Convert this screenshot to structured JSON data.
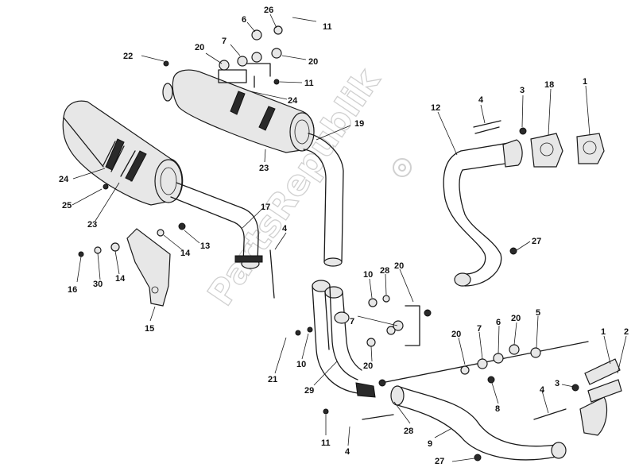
{
  "watermark": {
    "text": "PartsRepublik"
  },
  "callouts": [
    {
      "id": "c26a",
      "text": "26"
    },
    {
      "id": "c6a",
      "text": "6"
    },
    {
      "id": "c11a",
      "text": "11"
    },
    {
      "id": "c7a",
      "text": "7"
    },
    {
      "id": "c20a",
      "text": "20"
    },
    {
      "id": "c20b",
      "text": "20"
    },
    {
      "id": "c22",
      "text": "22"
    },
    {
      "id": "c11b",
      "text": "11"
    },
    {
      "id": "c24a",
      "text": "24"
    },
    {
      "id": "c19",
      "text": "19"
    },
    {
      "id": "c12",
      "text": "12"
    },
    {
      "id": "c4a",
      "text": "4"
    },
    {
      "id": "c3a",
      "text": "3"
    },
    {
      "id": "c18",
      "text": "18"
    },
    {
      "id": "c1a",
      "text": "1"
    },
    {
      "id": "c24b",
      "text": "24"
    },
    {
      "id": "c23a",
      "text": "23"
    },
    {
      "id": "c25",
      "text": "25"
    },
    {
      "id": "c23b",
      "text": "23"
    },
    {
      "id": "c17",
      "text": "17"
    },
    {
      "id": "c4b",
      "text": "4"
    },
    {
      "id": "c27a",
      "text": "27"
    },
    {
      "id": "c13",
      "text": "13"
    },
    {
      "id": "c14a",
      "text": "14"
    },
    {
      "id": "c16",
      "text": "16"
    },
    {
      "id": "c30",
      "text": "30"
    },
    {
      "id": "c14b",
      "text": "14"
    },
    {
      "id": "c15",
      "text": "15"
    },
    {
      "id": "c10a",
      "text": "10"
    },
    {
      "id": "c28a",
      "text": "28"
    },
    {
      "id": "c20c",
      "text": "20"
    },
    {
      "id": "c7b",
      "text": "7"
    },
    {
      "id": "c20d",
      "text": "20"
    },
    {
      "id": "c7c",
      "text": "7"
    },
    {
      "id": "c6b",
      "text": "6"
    },
    {
      "id": "c20e",
      "text": "20"
    },
    {
      "id": "c5",
      "text": "5"
    },
    {
      "id": "c1b",
      "text": "1"
    },
    {
      "id": "c2",
      "text": "2"
    },
    {
      "id": "c21",
      "text": "21"
    },
    {
      "id": "c10b",
      "text": "10"
    },
    {
      "id": "c20f",
      "text": "20"
    },
    {
      "id": "c29",
      "text": "29"
    },
    {
      "id": "c8",
      "text": "8"
    },
    {
      "id": "c3b",
      "text": "3"
    },
    {
      "id": "c4c",
      "text": "4"
    },
    {
      "id": "c28b",
      "text": "28"
    },
    {
      "id": "c9",
      "text": "9"
    },
    {
      "id": "c11c",
      "text": "11"
    },
    {
      "id": "c4d",
      "text": "4"
    },
    {
      "id": "c27b",
      "text": "27"
    }
  ]
}
